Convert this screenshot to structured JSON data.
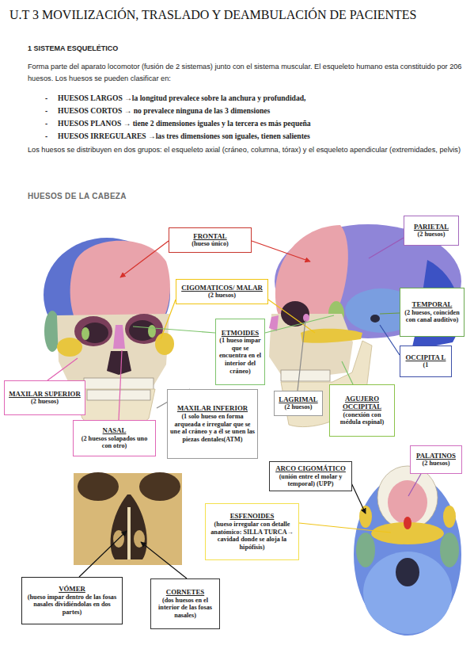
{
  "diagram": {
    "title": "U.T 3 MOVILIZACIÓN, TRASLADO Y DEAMBULACIÓN DE PACIENTES",
    "nodes": [
      {
        "text": [
          "FRONTAL",
          "(hueso único)"
        ]
      },
      {
        "text": [
          "PARIETAL",
          "(2 huesos)"
        ]
      },
      {
        "text": [
          "CIGOMATICOS/ MALAR",
          "(2 huesos)"
        ]
      },
      {
        "text": [
          "ETMOIDES",
          "(1 hueso impar que se encuentra en el interior del cráneo)"
        ]
      },
      {
        "text": [
          "TEMPORAL",
          "(2 huesos, coinciden con canal auditivo)"
        ]
      },
      {
        "text": [
          "OCCIPITA L",
          "(1"
        ]
      },
      {
        "text": [
          "MAXILAR SUPERIOR",
          "(2 huesos)"
        ]
      },
      {
        "text": [
          "NASAL",
          "(2 huesos solapados uno con otro)"
        ]
      },
      {
        "text": [
          "MAXILAR INFERIOR",
          "(1 solo hueso en forma arqueada e irregular que se une al cráneo y a él se unen las piezas dentales(ATM)"
        ]
      },
      {
        "text": [
          "LAGRIMAL",
          "(2 huesos)"
        ]
      },
      {
        "text": [
          "AGUJERO OCCIPITAL",
          "(conexión con médula espinal)"
        ]
      },
      {
        "text": [
          "ARCO CIGOMÁTICO",
          "(unión entre el molar y temporal) (UPP)"
        ]
      },
      {
        "text": [
          "PALATINOS",
          "(2 huesos)"
        ]
      },
      {
        "text": [
          "ESFENOIDES",
          "(hueso irregular con detalle anatómico: SILLA TURCA→ cavidad donde se aloja la hipófisis)"
        ]
      },
      {
        "text": [
          "VÓMER",
          "(hueso impar dentro de las fosas nasales dividiéndolas en dos partes)"
        ]
      },
      {
        "text": [
          "CORNETES",
          "(dos huesos en el interior de las fosas nasales)"
        ]
      }
    ],
    "labels": [
      "1 SISTEMA ESQUELÉTICO",
      "Forma parte del aparato locomotor (fusión de 2 sistemas) junto con el sistema muscular. El esqueleto humano esta constituido por 206 huesos. Los huesos se pueden clasificar en:",
      "-",
      "HUESOS LARGOS →la longitud prevalece sobre la anchura y profundidad,",
      "-",
      "HUESOS CORTOS → no prevalece ninguna de las 3 dimensiones",
      "-",
      "HUESOS PLANOS → tiene 2 dimensiones iguales y la tercera es más pequeña",
      "-",
      "HUESOS IRREGULARES →las tres dimensiones son iguales, tienen salientes",
      "Los huesos se distribuyen en dos grupos: el esqueleto axial (cráneo, columna, tórax) y el esqueleto apendicular (extremidades, pelvis)",
      "HUESOS DE LA CABEZA"
    ]
  }
}
